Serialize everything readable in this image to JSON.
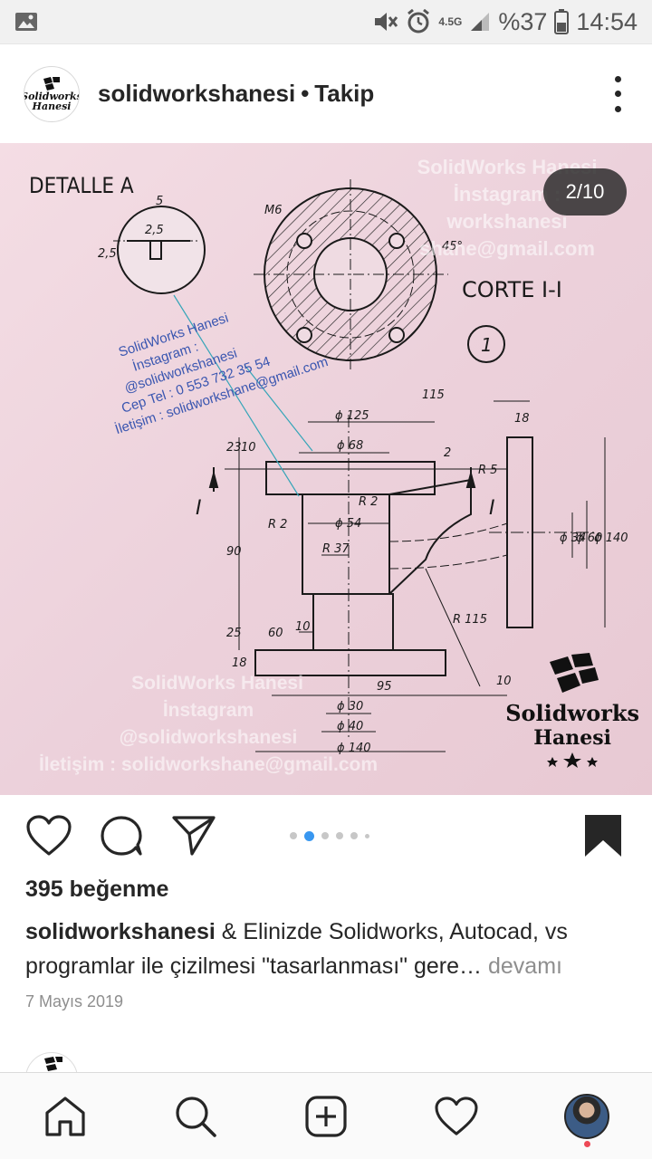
{
  "status_bar": {
    "network": "4.5G",
    "battery": "%37",
    "time": "14:54"
  },
  "post": {
    "username": "solidworkshanesi",
    "separator": "•",
    "follow_label": "Takip",
    "avatar_text": [
      "Solidworks",
      "Hanesi"
    ],
    "page_counter": "2/10",
    "likes": "395 beğenme",
    "caption_user": "solidworkshanesi",
    "caption_text": " & Elinizde Solidworks, Autocad, vs programlar ile çizilmesi \"tasarlanması\" gere…",
    "caption_more": " devamı",
    "date": "7 Mayıs 2019"
  },
  "drawing": {
    "detail_label": "DETALLE A",
    "section_label": "CORTE I-I",
    "part_number": "1",
    "thread_label": "M6",
    "angle_label": "45°",
    "dimensions": {
      "d5": "5",
      "d25a": "2,5",
      "d25b": "2,5",
      "d115": "115",
      "d125": "ϕ 125",
      "d68": "ϕ 68",
      "d18": "18",
      "d2": "2",
      "r5": "R 5",
      "r2a": "R 2",
      "r2b": "R 2",
      "d54": "ϕ 54",
      "r37": "R 37",
      "d34": "ϕ 34",
      "d60r": "ϕ 60",
      "d140r": "ϕ 140",
      "d23": "23",
      "d10a": "10",
      "d90": "90",
      "d25": "25",
      "d60": "60",
      "d10b": "10",
      "d18b": "18",
      "r115": "R 115",
      "d95": "95",
      "d10c": "10",
      "d30": "ϕ 30",
      "d40": "ϕ 40",
      "d140": "ϕ 140",
      "section_mark": "I"
    },
    "watermark_center": [
      "SolidWorks Hanesi",
      "İnstagram :",
      "@solidworkshanesi",
      "Cep Tel : 0 553 732 35 54",
      "İletişim : solidworkshane@gmail.com"
    ],
    "watermark_top": [
      "SolidWorks Hanesi",
      "İnstagram :",
      "workshanesi",
      "shane@gmail.com"
    ],
    "watermark_bottom": [
      "SolidWorks Hanesi",
      "İnstagram",
      "@solidworkshanesi",
      "İletişim : solidworkshane@gmail.com"
    ],
    "logo_line1": "Solidworks",
    "logo_line2": "Hanesi"
  },
  "nav": {
    "items": [
      "home-icon",
      "search-icon",
      "add-post-icon",
      "activity-heart-icon",
      "profile-icon"
    ]
  }
}
